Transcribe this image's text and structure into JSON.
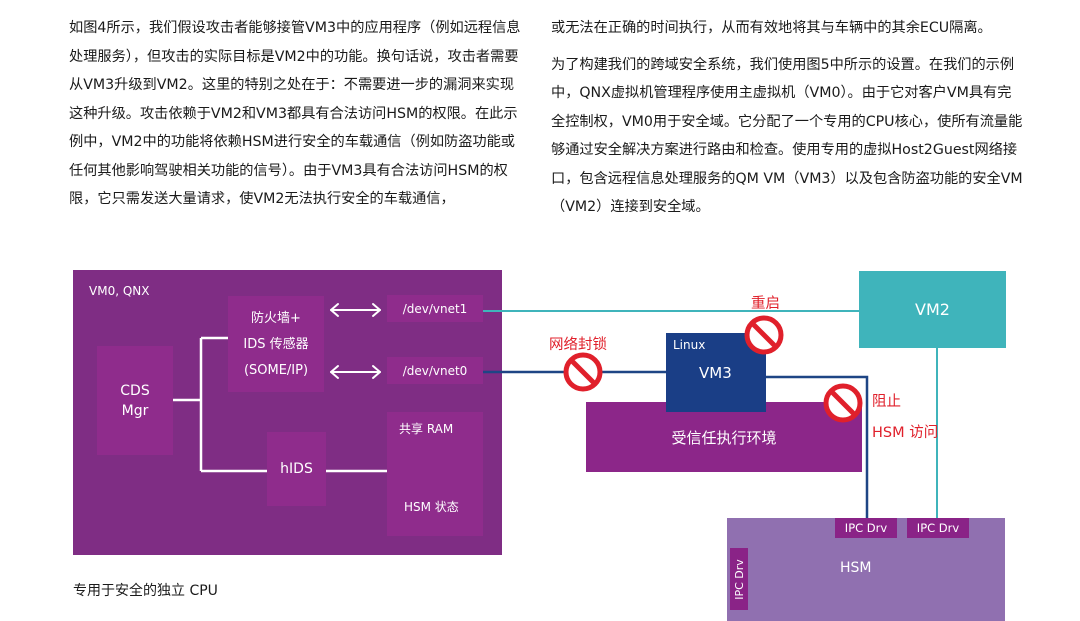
{
  "text": {
    "left_paragraph": "如图4所示，我们假设攻击者能够接管VM3中的应用程序（例如远程信息处理服务），但攻击的实际目标是VM2中的功能。换句话说，攻击者需要从VM3升级到VM2。这里的特别之处在于：不需要进一步的漏洞来实现这种升级。攻击依赖于VM2和VM3都具有合法访问HSM的权限。在此示例中，VM2中的功能将依赖HSM进行安全的车载通信（例如防盗功能或任何其他影响驾驶相关功能的信号）。由于VM3具有合法访问HSM的权限，它只需发送大量请求，使VM2无法执行安全的车载通信，",
    "right_paragraph_1": "或无法在正确的时间执行，从而有效地将其与车辆中的其余ECU隔离。",
    "right_paragraph_2": "为了构建我们的跨域安全系统，我们使用图5中所示的设置。在我们的示例中，QNX虚拟机管理程序使用主虚拟机（VM0）。由于它对客户VM具有完全控制权，VM0用于安全域。它分配了一个专用的CPU核心，使所有流量能够通过安全解决方案进行路由和检查。使用专用的虚拟Host2Guest网络接口，包含远程信息处理服务的QM VM（VM3）以及包含防盗功能的安全VM（VM2）连接到安全域。"
  },
  "diagram": {
    "vm0_label": "VM0, QNX",
    "cds_mgr": "CDS\nMgr",
    "firewall_line1": "防火墙+",
    "firewall_line2": "IDS 传感器",
    "firewall_line3": "(SOME/IP)",
    "vnet1": "/dev/vnet1",
    "vnet0": "/dev/vnet0",
    "hids": "hIDS",
    "shared_ram": "共享 RAM",
    "hsm_state": "HSM 状态",
    "caption": "专用于安全的独立 CPU",
    "linux": "Linux",
    "vm3": "VM3",
    "tee": "受信任执行环境",
    "vm2": "VM2",
    "hsm": "HSM",
    "ipc_drv_1": "IPC Drv",
    "ipc_drv_2": "IPC Drv",
    "ipc_drv_vertical": "IPC Drv",
    "restart": "重启",
    "network_block": "网络封锁",
    "block_line1": "阻止",
    "block_line2": "HSM 访问"
  },
  "colors": {
    "vm0_bg": "#7f2d84",
    "inner_box": "#8f2c8c",
    "vm3_bg": "#1a3e86",
    "tee_bg": "#8c2689",
    "vm2_bg": "#3fb4bb",
    "hsm_bg": "#9070b0",
    "ipc_bg": "#8a2387",
    "line_teal": "#3fb4bb",
    "line_navy": "#1e4585",
    "forbidden_red": "#e0202b"
  },
  "icons": [
    "forbidden-icon",
    "double-arrow-icon"
  ]
}
